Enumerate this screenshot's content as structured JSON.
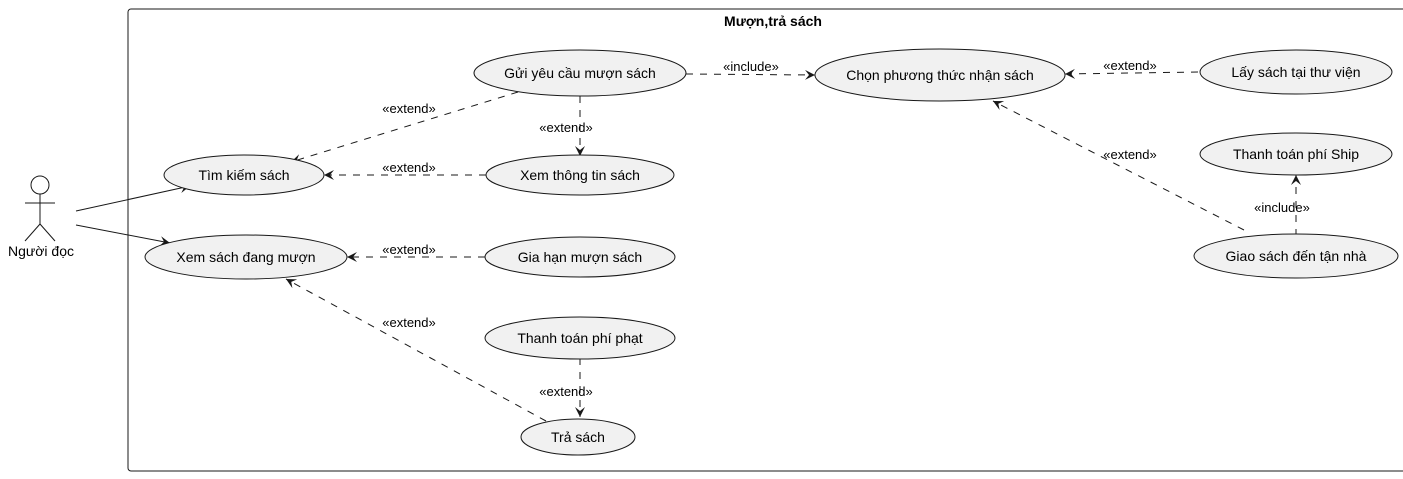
{
  "diagram": {
    "system_title": "Mượn,trả sách",
    "actor": {
      "name": "Người đọc"
    },
    "use_cases": {
      "gui_yeu_cau": "Gửi yêu cầu mượn sách",
      "chon_phuong_thuc": "Chọn phương thức nhận sách",
      "lay_sach": "Lấy sách tại thư viện",
      "tim_kiem": "Tìm kiếm sách",
      "xem_thong_tin": "Xem thông tin sách",
      "thanh_toan_ship": "Thanh toán phí Ship",
      "xem_dang_muon": "Xem sách đang mượn",
      "gia_han": "Gia hạn mượn sách",
      "giao_sach": "Giao sách đến tận nhà",
      "thanh_toan_phat": "Thanh toán phí phạt",
      "tra_sach": "Trả sách"
    },
    "relations": {
      "include": "«include»",
      "extend": "«extend»"
    }
  }
}
